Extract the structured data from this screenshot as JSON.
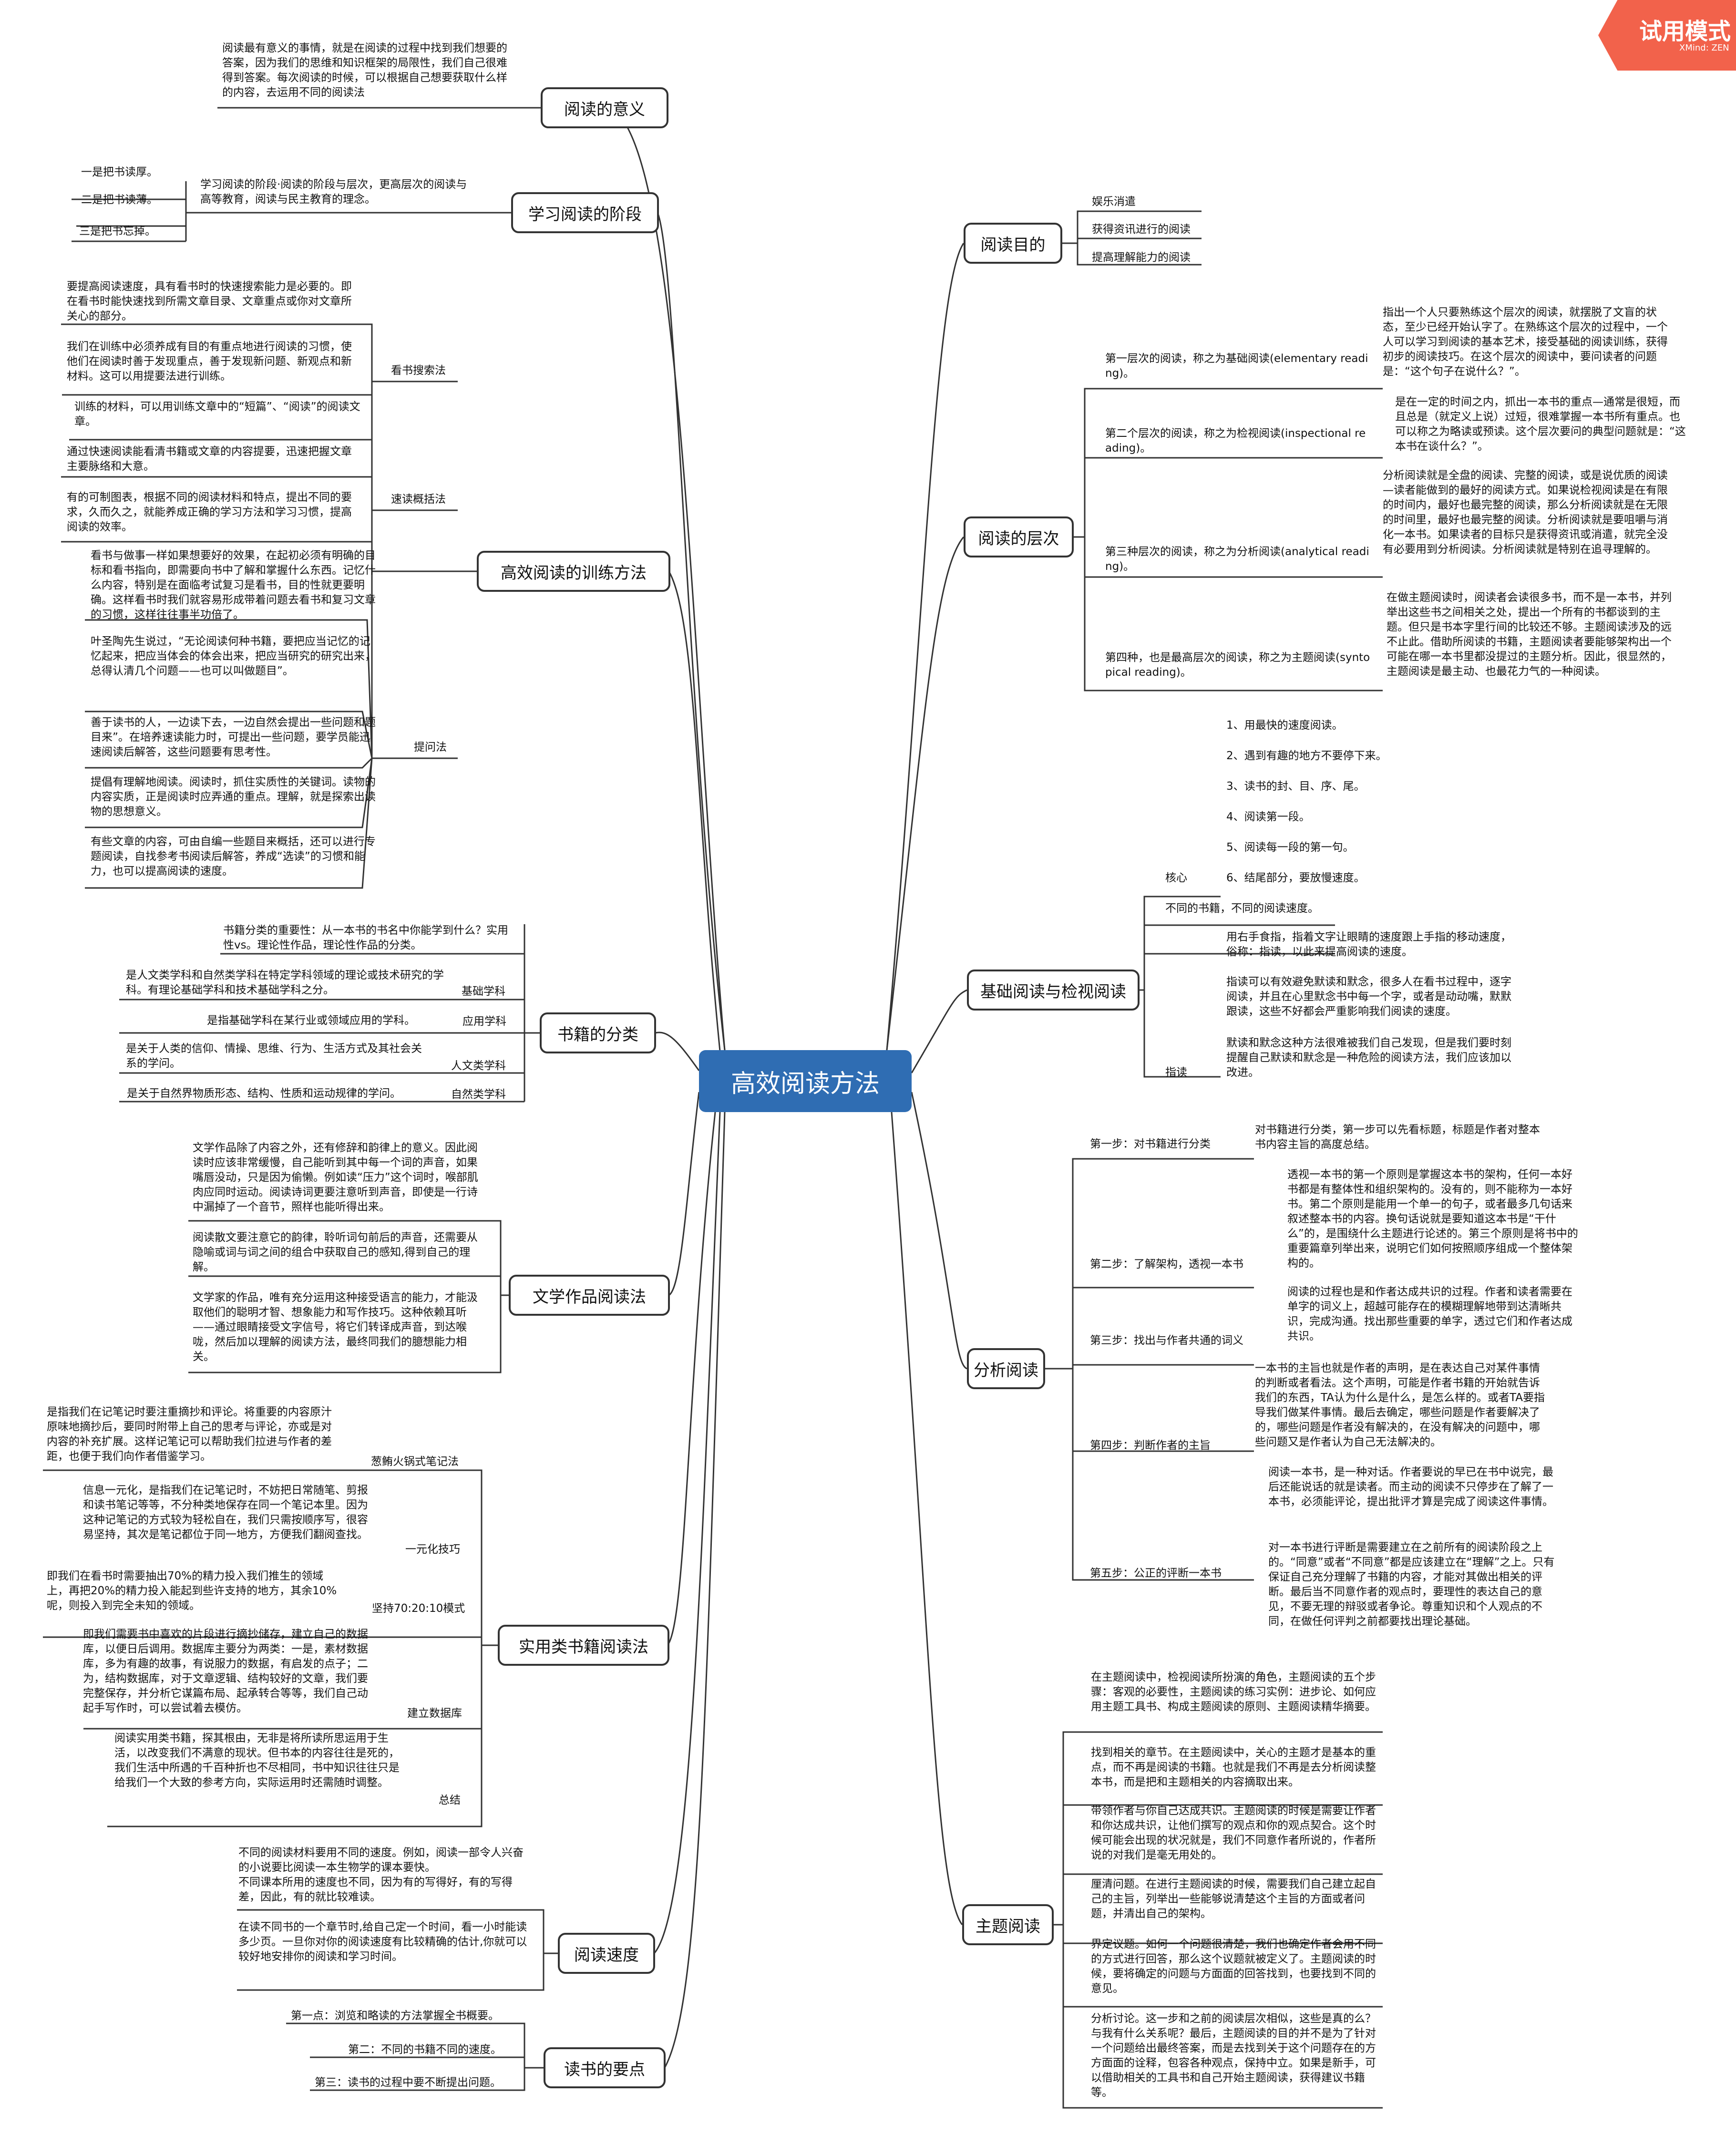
{
  "trial": {
    "title": "试用模式",
    "sub": "XMind: ZEN"
  },
  "root": "高效阅读方法",
  "branches": {
    "meaning": "阅读的意义",
    "stages": "学习阅读的阶段",
    "training": "高效阅读的训练方法",
    "classify": "书籍的分类",
    "literature": "文学作品阅读法",
    "practical": "实用类书籍阅读法",
    "speed": "阅读速度",
    "keypoints": "读书的要点",
    "purpose": "阅读目的",
    "levels": "阅读的层次",
    "basic": "基础阅读与检视阅读",
    "analytic": "分析阅读",
    "syntopic": "主题阅读"
  },
  "meaning": {
    "text": "阅读最有意义的事情，就是在阅读的过程中找到我们想要的答案，因为我们的思维和知识框架的局限性，我们自己很难得到答案。每次阅读的时候，可以根据自己想要获取什么样的内容，去运用不同的阅读法"
  },
  "stages": {
    "text": "学习阅读的阶段·阅读的阶段与层次，更高层次的阅读与高等教育，阅读与民主教育的理念。",
    "items": [
      "一是把书读厚。",
      "二是把书读薄。",
      "三是把书忘掉。"
    ]
  },
  "training": {
    "methods": [
      "看书搜索法",
      "速读概括法",
      "提问法"
    ],
    "search": [
      "要提高阅读速度，具有看书时的快速搜索能力是必要的。即在看书时能快速找到所需文章目录、文章重点或你对文章所关心的部分。",
      "我们在训练中必须养成有目的有重点地进行阅读的习惯，使他们在阅读时善于发现重点，善于发现新问题、新观点和新材料。这可以用提要法进行训练。",
      "训练的材料，可以用训练文章中的“短篇”、“阅读”的阅读文章。"
    ],
    "summary": [
      "通过快速阅读能看清书籍或文章的内容提要，迅速把握文章主要脉络和大意。",
      "有的可制图表，根据不同的阅读材料和特点，提出不同的要求，久而久之，就能养成正确的学习方法和学习习惯，提高阅读的效率。"
    ],
    "question": [
      "看书与做事一样如果想要好的效果，在起初必须有明确的目标和看书指向，即需要向书中了解和掌握什么东西。记忆什么内容，特别是在面临考试复习是看书，目的性就更要明确。这样看书时我们就容易形成带着问题去看书和复习文章的习惯，这样往往事半功倍了。",
      "叶圣陶先生说过，“无论阅读何种书籍，要把应当记忆的记忆起来，把应当体会的体会出来，把应当研究的研究出来，总得认清几个问题——也可以叫做题目”。",
      "善于读书的人，一边读下去，一边自然会提出一些问题和题目来”。在培养速读能力时，可提出一些问题，要学员能迅速阅读后解答，这些问题要有思考性。",
      "提倡有理解地阅读。阅读时，抓住实质性的关键词。读物的内容实质，正是阅读时应弄通的重点。理解，就是探索出读物的思想意义。",
      "有些文章的内容，可由自编一些题目来概括，还可以进行专题阅读，自找参考书阅读后解答，养成“选读”的习惯和能力，也可以提高阅读的速度。"
    ]
  },
  "classify": {
    "intro": "书籍分类的重要性：从一本书的书名中你能学到什么？实用性vs。理论性作品，理论性作品的分类。",
    "items": [
      {
        "text": "是人文类学科和自然类学科在特定学科领域的理论或技术研究的学科。有理论基础学科和技术基础学科之分。",
        "label": "基础学科"
      },
      {
        "text": "是指基础学科在某行业或领域应用的学科。",
        "label": "应用学科"
      },
      {
        "text": "是关于人类的信仰、情操、思维、行为、生活方式及其社会关系的学问。",
        "label": "人文类学科"
      },
      {
        "text": "是关于自然界物质形态、结构、性质和运动规律的学问。",
        "label": "自然类学科"
      }
    ]
  },
  "literature": [
    "文学作品除了内容之外，还有修辞和韵律上的意义。因此阅读时应该非常缓慢，自己能听到其中每一个词的声音，如果嘴唇没动，只是因为偷懒。例如读“压力”这个词时，喉部肌肉应同时运动。阅读诗词更要注意听到声音，即使是一行诗中漏掉了一个音节，照样也能听得出来。",
    "阅读散文要注意它的韵律，聆听词句前后的声音，还需要从隐喻或词与词之间的组合中获取自己的感知,得到自己的理解。",
    "文学家的作品，唯有充分运用这种接受语言的能力，才能汲取他们的聪明才智、想象能力和写作技巧。这种依赖耳听——通过眼睛接受文字信号，将它们转译成声音，到达喉咙，然后加以理解的阅读方法，最终同我们的臆想能力相关。"
  ],
  "practical": {
    "items": [
      {
        "label": "葱鲔火锅式笔记法",
        "text": "是指我们在记笔记时要注重摘抄和评论。将重要的内容原汁原味地摘抄后，要同时附带上自己的思考与评论，亦或是对内容的补充扩展。这样记笔记可以帮助我们拉进与作者的差距，也便于我们向作者借鉴学习。"
      },
      {
        "label": "一元化技巧",
        "text": "信息一元化，是指我们在记笔记时，不妨把日常随笔、剪报和读书笔记等等，不分种类地保存在同一个笔记本里。因为这种记笔记的方式较为轻松自在，我们只需按顺序写，很容易坚持，其次是笔记都位于同一地方，方便我们翻阅查找。"
      },
      {
        "label": "坚持70:20:10模式",
        "text": "即我们在看书时需要抽出70%的精力投入我们推生的领域上，再把20%的精力投入能起到些许支持的地方，其余10%呢，则投入到完全未知的领域。"
      },
      {
        "label": "建立数据库",
        "text": "即我们需要书中喜欢的片段进行摘抄储存，建立自己的数据库，以便日后调用。数据库主要分为两类：一是，素材数据库，多为有趣的故事，有说服力的数据，有启发的点子；二为，结构数据库，对于文章逻辑、结构较好的文章，我们要完整保存，并分析它谋篇布局、起承转合等等，我们自己动起手写作时，可以尝试着去模仿。"
      },
      {
        "label": "总结",
        "text": "阅读实用类书籍，探其根由，无非是将所读所思运用于生活，以改变我们不满意的现状。但书本的内容往往是死的，我们生活中所遇的千百种折也不尽相同，书中知识往往只是给我们一个大致的参考方向，实际运用时还需随时调整。"
      }
    ]
  },
  "speed": [
    "不同的阅读材料要用不同的速度。例如，阅读一部令人兴奋的小说要比阅读一本生物学的课本要快。\n不同课本所用的速度也不同，因为有的写得好，有的写得差，因此，有的就比较难读。",
    "在读不同书的一个章节时,给自己定一个时间，看一小时能读多少页。一旦你对你的阅读速度有比较精确的估计,你就可以较好地安排你的阅读和学习时间。"
  ],
  "keypoints": [
    "第一点：浏览和略读的方法掌握全书概要。",
    "第二：不同的书籍不同的速度。",
    "第三：读书的过程中要不断提出问题。"
  ],
  "purpose": [
    "娱乐消遣",
    "获得资讯进行的阅读",
    "提高理解能力的阅读"
  ],
  "levels": [
    {
      "label": "第一层次的阅读，称之为基础阅读(elementary reading)。",
      "text": "指出一个人只要熟练这个层次的阅读，就摆脱了文盲的状态，至少已经开始认字了。在熟练这个层次的过程中，一个人可以学习到阅读的基本艺术，接受基础的阅读训练，获得初步的阅读技巧。在这个层次的阅读中，要问读者的问题是：“这个句子在说什么？”。"
    },
    {
      "label": "第二个层次的阅读，称之为检视阅读(inspectional reading)。",
      "text": "是在一定的时间之内，抓出一本书的重点—通常是很短，而且总是（就定义上说）过短，很难掌握一本书所有重点。也可以称之为略读或预读。这个层次要问的典型问题就是：“这本书在谈什么？”。"
    },
    {
      "label": "第三种层次的阅读，称之为分析阅读(analytical reading)。",
      "text": "分析阅读就是全盘的阅读、完整的阅读，或是说优质的阅读—读者能做到的最好的阅读方式。如果说检视阅读是在有限的时间内，最好也最完整的阅读，那么分析阅读就是在无限的时间里，最好也最完整的阅读。分析阅读就是要咀嚼与消化一本书。如果读者的目标只是获得资讯或消遣，就完全没有必要用到分析阅读。分析阅读就是特别在追寻理解的。"
    },
    {
      "label": "第四种，也是最高层次的阅读，称之为主题阅读(syntopical reading)。",
      "text": "在做主题阅读时，阅读者会读很多书，而不是一本书，并列举出这些书之间相关之处，提出一个所有的书都谈到的主题。但只是书本字里行间的比较还不够。主题阅读涉及的远不止此。借助所阅读的书籍，主题阅读者要能够架构出一个可能在哪一本书里都没提过的主题分析。因此，很显然的，主题阅读是最主动、也最花力气的一种阅读。"
    }
  ],
  "basic": {
    "core_label": "核心",
    "core": [
      "1、用最快的速度阅读。",
      "2、遇到有趣的地方不要停下来。",
      "3、读书的封、目、序、尾。",
      "4、阅读第一段。",
      "5、阅读每一段的第一句。",
      "6、结尾部分，要放慢速度。"
    ],
    "different": "不同的书籍，不同的阅读速度。",
    "finger_label": "指读",
    "finger": [
      "用右手食指，指着文字让眼睛的速度跟上手指的移动速度，俗称：指读，以此来提高阅读的速度。",
      "指读可以有效避免默读和默念，很多人在看书过程中，逐字阅读，并且在心里默念书中每一个字，或者是动动嘴，默默跟读，这些不好都会严重影响我们阅读的速度。",
      "默读和默念这种方法很难被我们自己发现，但是我们要时刻提醒自己默读和默念是一种危险的阅读方法，我们应该加以改进。"
    ]
  },
  "analytic": [
    {
      "label": "第一步：对书籍进行分类",
      "text": "对书籍进行分类，第一步可以先看标题，标题是作者对整本书内容主旨的高度总结。"
    },
    {
      "label": "第二步：了解架构，透视一本书",
      "text": "透视一本书的第一个原则是掌握这本书的架构，任何一本好书都是有整体性和组织架构的。没有的，则不能称为一本好书。第二个原则是能用一个单一的句子，或者最多几句话来叙述整本书的内容。换句话说就是要知道这本书是“干什么”的，是围绕什么主题进行论述的。第三个原则是将书中的重要篇章列举出来，说明它们如何按照顺序组成一个整体架构的。"
    },
    {
      "label": "第三步：找出与作者共通的词义",
      "text": "阅读的过程也是和作者达成共识的过程。作者和读者需要在单字的词义上，超越可能存在的模糊理解地带到达清晰共识，完成沟通。找出那些重要的单字，透过它们和作者达成共识。"
    },
    {
      "label": "第四步：判断作者的主旨",
      "text": "一本书的主旨也就是作者的声明，是在表达自己对某件事情的判断或者看法。这个声明，可能是作者书籍的开始就告诉我们的东西，TA认为什么是什么，是怎么样的。或者TA要指导我们做某件事情。最后去确定，哪些问题是作者要解决了的，哪些问题是作者没有解决的，在没有解决的问题中，哪些问题又是作者认为自己无法解决的。"
    },
    {
      "label": "第五步：公正的评断一本书",
      "text": [
        "阅读一本书，是一种对话。作者要说的早已在书中说完，最后还能说话的就是读者。而主动的阅读不只停步在了解了一本书，必须能评论，提出批评才算是完成了阅读这件事情。",
        "对一本书进行评断是需要建立在之前所有的阅读阶段之上的。“同意”或者“不同意”都是应该建立在“理解”之上。只有保证自己充分理解了书籍的内容，才能对其做出相关的评断。最后当不同意作者的观点时，要理性的表达自己的意见，不要无理的辩驳或者争论。尊重知识和个人观点的不同，在做任何评判之前都要找出理论基础。"
      ]
    }
  ],
  "syntopic": [
    "在主题阅读中，检视阅读所扮演的角色，主题阅读的五个步骤：客观的必要性，主题阅读的练习实例：进步论、如何应用主题工具书、构成主题阅读的原则、主题阅读精华摘要。",
    "找到相关的章节。在主题阅读中，关心的主题才是基本的重点，而不再是阅读的书籍。也就是我们不再是去分析阅读整本书，而是把和主题相关的内容摘取出来。",
    "带领作者与你自己达成共识。主题阅读的时候是需要让作者和你达成共识，让他们撰写的观点和你的观点契合。这个时候可能会出现的状况就是，我们不同意作者所说的，作者所说的对我们是毫无用处的。",
    "厘清问题。在进行主题阅读的时候，需要我们自己建立起自己的主旨，列举出一些能够说清楚这个主旨的方面或者问题，并清出自己的架构。",
    "界定议题。如何一个问题很清楚，我们也确定作者会用不同的方式进行回答，那么这个议题就被定义了。主题阅读的时候，要将确定的问题与方面面的回答找到，也要找到不同的意见。",
    "分析讨论。这一步和之前的阅读层次相似，这些是真的么？与我有什么关系呢？最后，主题阅读的目的并不是为了针对一个问题给出最终答案，而是去找到关于这个问题存在的方方面面的诠释，包容各种观点，保持中立。如果是新手，可以借助相关的工具书和自己开始主题阅读，获得建议书籍等。"
  ]
}
